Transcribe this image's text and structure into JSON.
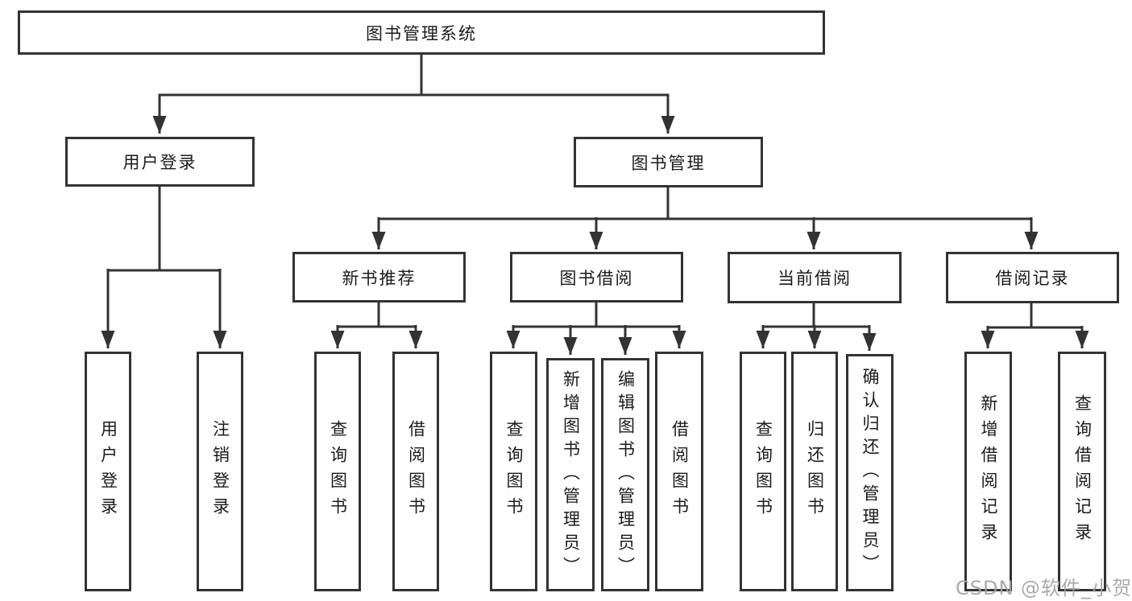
{
  "watermark": "CSDN @软件_小贺同学",
  "colors": {
    "line": "#333333",
    "text": "#1b1b1b",
    "box_background": "#ffffff",
    "watermark": "#a3a3a3"
  },
  "diagram": {
    "root": {
      "label": "图书管理系统",
      "children": [
        {
          "label": "用户登录",
          "children": [
            {
              "label": "用户登录"
            },
            {
              "label": "注销登录"
            }
          ]
        },
        {
          "label": "图书管理",
          "children": [
            {
              "label": "新书推荐",
              "children": [
                {
                  "label": "查询图书"
                },
                {
                  "label": "借阅图书"
                }
              ]
            },
            {
              "label": "图书借阅",
              "children": [
                {
                  "label": "查询图书"
                },
                {
                  "label": "新增图书（管理员）"
                },
                {
                  "label": "编辑图书（管理员）"
                },
                {
                  "label": "借阅图书"
                }
              ]
            },
            {
              "label": "当前借阅",
              "children": [
                {
                  "label": "查询图书"
                },
                {
                  "label": "归还图书"
                },
                {
                  "label": "确认归还（管理员）"
                }
              ]
            },
            {
              "label": "借阅记录",
              "children": [
                {
                  "label": "新增借阅记录"
                },
                {
                  "label": "查询借阅记录"
                }
              ]
            }
          ]
        }
      ]
    }
  }
}
